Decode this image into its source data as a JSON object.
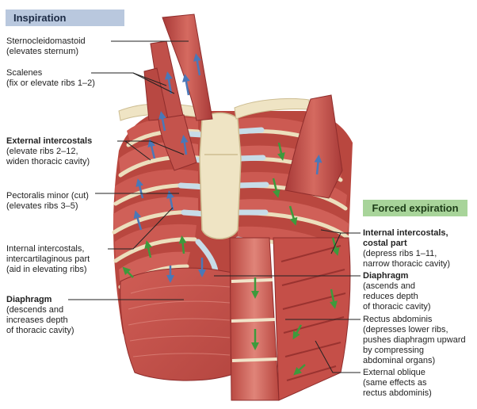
{
  "headers": {
    "inspiration": "Inspiration",
    "forced_expiration": "Forced expiration"
  },
  "labels": {
    "sternocleidomastoid": {
      "name": "Sternocleidomastoid",
      "desc": "(elevates sternum)"
    },
    "scalenes": {
      "name": "Scalenes",
      "desc": "(fix or elevate ribs 1–2)"
    },
    "external_intercostals": {
      "name": "External intercostals",
      "desc1": "(elevate ribs 2–12,",
      "desc2": "widen thoracic cavity)"
    },
    "pectoralis_minor": {
      "name": "Pectoralis minor (cut)",
      "desc": "(elevates ribs 3–5)"
    },
    "internal_intercostals_inter": {
      "line1": "Internal intercostals,",
      "line2": "intercartilaginous part",
      "line3": "(aid in elevating ribs)"
    },
    "diaphragm_insp": {
      "name": "Diaphragm",
      "desc1": "(descends and",
      "desc2": "increases depth",
      "desc3": "of thoracic cavity)"
    },
    "internal_intercostals_costal": {
      "name1": "Internal intercostals,",
      "name2": "costal part",
      "desc1": "(depress ribs 1–11,",
      "desc2": "narrow thoracic cavity)"
    },
    "diaphragm_exp": {
      "name": "Diaphragm",
      "desc1": "(ascends and",
      "desc2": "reduces depth",
      "desc3": "of thoracic cavity)"
    },
    "rectus_abdominis": {
      "name": "Rectus abdominis",
      "desc1": "(depresses lower ribs,",
      "desc2": "pushes diaphragm upward",
      "desc3": "by compressing",
      "desc4": "abdominal organs)"
    },
    "external_oblique": {
      "name": "External oblique",
      "desc1": "(same effects as",
      "desc2": "rectus abdominis)"
    }
  },
  "colors": {
    "muscle": "#c9514d",
    "muscle_dark": "#8f2d2c",
    "muscle_light": "#e58f85",
    "bone": "#efe4c4",
    "bone_shade": "#d8c9a0",
    "cartilage": "#c8dde9",
    "arrow_inspiration": "#4a78b8",
    "arrow_expiration": "#3d9a3c",
    "leader_line": "#222222"
  },
  "icons": [
    "arrow-up-icon",
    "arrow-down-icon"
  ]
}
